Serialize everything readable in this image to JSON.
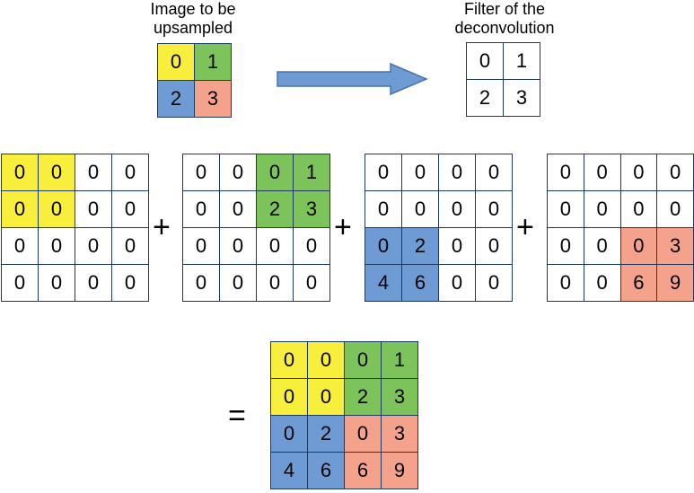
{
  "input_label": "Image to be upsampled",
  "filter_label": "Filter of the deconvolution",
  "input_grid": {
    "values": [
      [
        "0",
        "1"
      ],
      [
        "2",
        "3"
      ]
    ],
    "colors": [
      [
        "yellow",
        "green"
      ],
      [
        "blue",
        "salmon"
      ]
    ]
  },
  "filter_grid": {
    "values": [
      [
        "0",
        "1"
      ],
      [
        "2",
        "3"
      ]
    ],
    "colors": [
      [
        "white",
        "white"
      ],
      [
        "white",
        "white"
      ]
    ]
  },
  "partials": [
    {
      "values": [
        [
          "0",
          "0",
          "0",
          "0"
        ],
        [
          "0",
          "0",
          "0",
          "0"
        ],
        [
          "0",
          "0",
          "0",
          "0"
        ],
        [
          "0",
          "0",
          "0",
          "0"
        ]
      ],
      "colors": [
        [
          "yellow",
          "yellow",
          "white",
          "white"
        ],
        [
          "yellow",
          "yellow",
          "white",
          "white"
        ],
        [
          "white",
          "white",
          "white",
          "white"
        ],
        [
          "white",
          "white",
          "white",
          "white"
        ]
      ]
    },
    {
      "values": [
        [
          "0",
          "0",
          "0",
          "1"
        ],
        [
          "0",
          "0",
          "2",
          "3"
        ],
        [
          "0",
          "0",
          "0",
          "0"
        ],
        [
          "0",
          "0",
          "0",
          "0"
        ]
      ],
      "colors": [
        [
          "white",
          "white",
          "green",
          "green"
        ],
        [
          "white",
          "white",
          "green",
          "green"
        ],
        [
          "white",
          "white",
          "white",
          "white"
        ],
        [
          "white",
          "white",
          "white",
          "white"
        ]
      ]
    },
    {
      "values": [
        [
          "0",
          "0",
          "0",
          "0"
        ],
        [
          "0",
          "0",
          "0",
          "0"
        ],
        [
          "0",
          "2",
          "0",
          "0"
        ],
        [
          "4",
          "6",
          "0",
          "0"
        ]
      ],
      "colors": [
        [
          "white",
          "white",
          "white",
          "white"
        ],
        [
          "white",
          "white",
          "white",
          "white"
        ],
        [
          "blue",
          "blue",
          "white",
          "white"
        ],
        [
          "blue",
          "blue",
          "white",
          "white"
        ]
      ]
    },
    {
      "values": [
        [
          "0",
          "0",
          "0",
          "0"
        ],
        [
          "0",
          "0",
          "0",
          "0"
        ],
        [
          "0",
          "0",
          "0",
          "3"
        ],
        [
          "0",
          "0",
          "6",
          "9"
        ]
      ],
      "colors": [
        [
          "white",
          "white",
          "white",
          "white"
        ],
        [
          "white",
          "white",
          "white",
          "white"
        ],
        [
          "white",
          "white",
          "salmon",
          "salmon"
        ],
        [
          "white",
          "white",
          "salmon",
          "salmon"
        ]
      ]
    }
  ],
  "result": {
    "values": [
      [
        "0",
        "0",
        "0",
        "1"
      ],
      [
        "0",
        "0",
        "2",
        "3"
      ],
      [
        "0",
        "2",
        "0",
        "3"
      ],
      [
        "4",
        "6",
        "6",
        "9"
      ]
    ],
    "colors": [
      [
        "yellow",
        "yellow",
        "green",
        "green"
      ],
      [
        "yellow",
        "yellow",
        "green",
        "green"
      ],
      [
        "blue",
        "blue",
        "salmon",
        "salmon"
      ],
      [
        "blue",
        "blue",
        "salmon",
        "salmon"
      ]
    ]
  },
  "operators": {
    "plus": "+",
    "equals": "="
  },
  "palette": {
    "yellow": "#f7ef3c",
    "green": "#7dc35b",
    "blue": "#6f9bd4",
    "salmon": "#f5a28c",
    "white": "#ffffff",
    "arrow": "#6f9bd4"
  }
}
